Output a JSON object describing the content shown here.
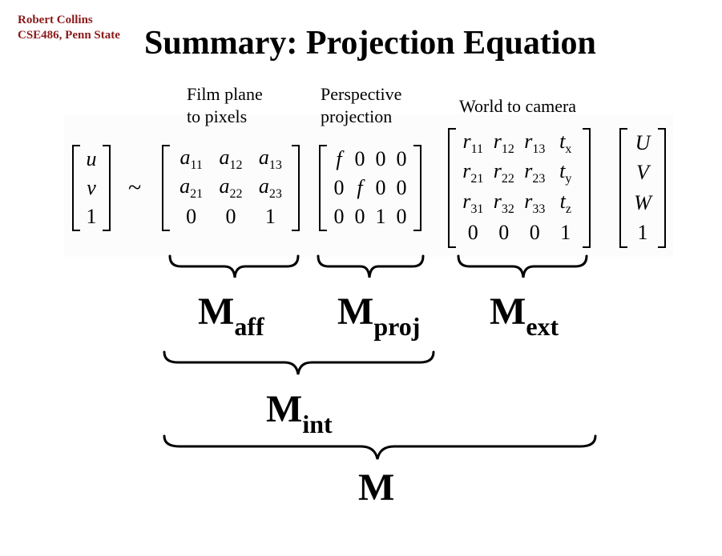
{
  "header": {
    "author_line1": "Robert Collins",
    "author_line2": "CSE486, Penn State",
    "title": "Summary: Projection Equation"
  },
  "column_labels": {
    "film_plane": [
      "Film plane",
      "to pixels"
    ],
    "perspective": [
      "Perspective",
      "projection"
    ],
    "world": [
      "World to camera"
    ]
  },
  "equation": {
    "lhs": [
      "u",
      "v",
      "1"
    ],
    "relation": "~",
    "affine": [
      [
        "a11",
        "a12",
        "a13"
      ],
      [
        "a21",
        "a22",
        "a23"
      ],
      [
        "0",
        "0",
        "1"
      ]
    ],
    "projection": [
      [
        "f",
        "0",
        "0",
        "0"
      ],
      [
        "0",
        "f",
        "0",
        "0"
      ],
      [
        "0",
        "0",
        "1",
        "0"
      ]
    ],
    "extrinsic": [
      [
        "r11",
        "r12",
        "r13",
        "tx"
      ],
      [
        "r21",
        "r22",
        "r23",
        "ty"
      ],
      [
        "r31",
        "r32",
        "r33",
        "tz"
      ],
      [
        "0",
        "0",
        "0",
        "1"
      ]
    ],
    "world_point": [
      "U",
      "V",
      "W",
      "1"
    ]
  },
  "matrix_labels": {
    "affine": {
      "main": "M",
      "sub": "aff"
    },
    "projection": {
      "main": "M",
      "sub": "proj"
    },
    "extrinsic": {
      "main": "M",
      "sub": "ext"
    },
    "intrinsic": {
      "main": "M",
      "sub": "int"
    },
    "total": {
      "main": "M"
    }
  }
}
